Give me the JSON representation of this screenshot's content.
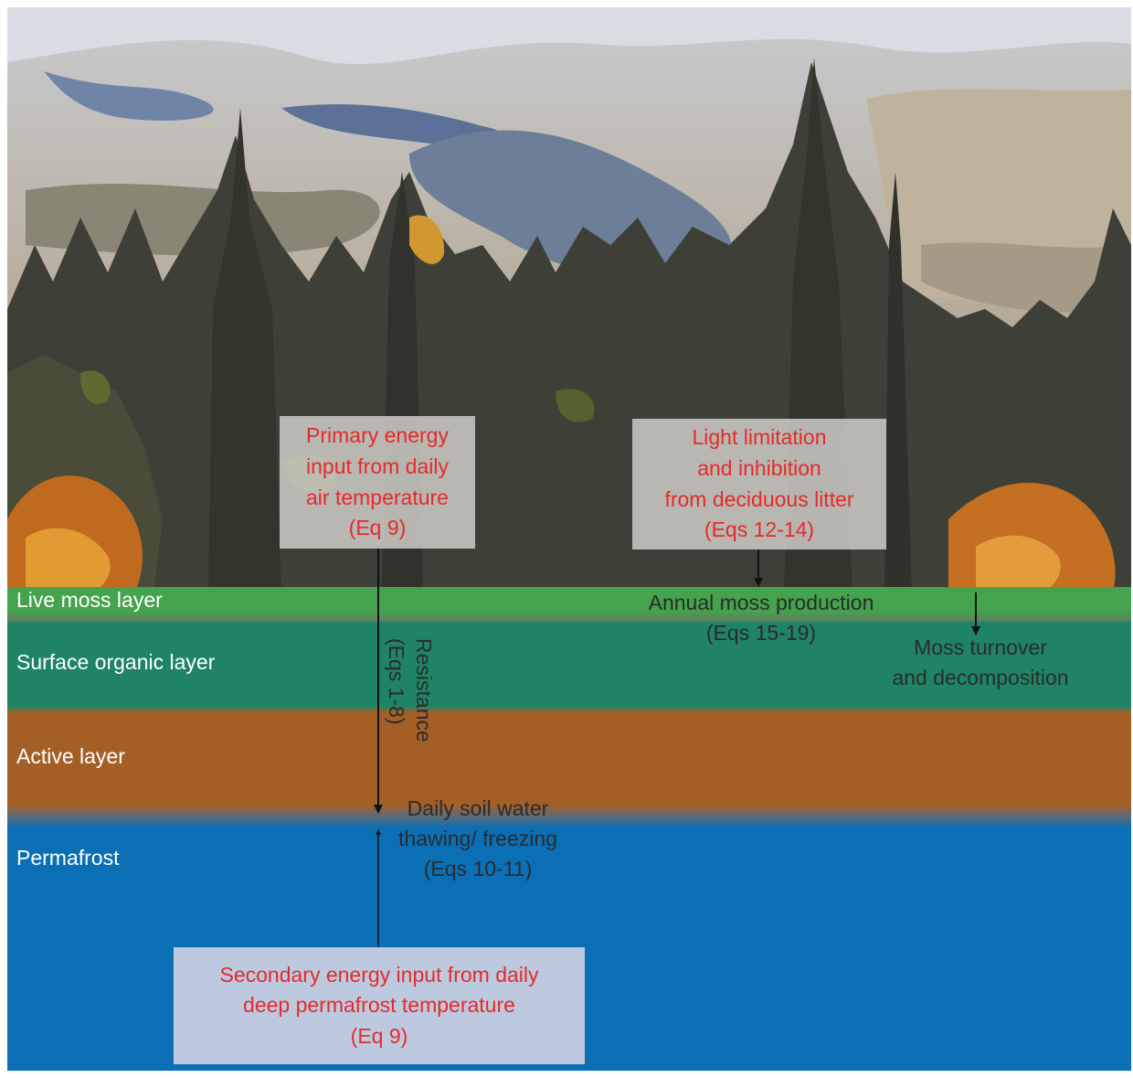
{
  "layers": {
    "live_moss": "Live moss layer",
    "surface_organic": "Surface organic layer",
    "active": "Active layer",
    "permafrost": "Permafrost"
  },
  "boxes": {
    "primary_energy": {
      "lines": [
        "Primary energy",
        "input from daily",
        "air temperature",
        "(Eq 9)"
      ]
    },
    "light_limitation": {
      "lines": [
        "Light limitation",
        "and inhibition",
        "from deciduous litter",
        "(Eqs 12-14)"
      ]
    },
    "secondary_energy": {
      "lines": [
        "Secondary energy input from daily",
        "deep permafrost temperature",
        "(Eq 9)"
      ]
    }
  },
  "annotations": {
    "annual_moss": {
      "lines": [
        "Annual moss production",
        "(Eqs 15-19)"
      ]
    },
    "moss_turnover": {
      "lines": [
        "Moss turnover",
        "and decomposition"
      ]
    },
    "soil_water": {
      "lines": [
        "Daily soil water",
        "thawing/ freezing",
        "(Eqs 10-11)"
      ]
    },
    "resistance": {
      "lines": [
        "Resistance",
        "(Eqs 1-8)"
      ]
    }
  },
  "colors": {
    "sky": "#c8c9cd",
    "forest_dark": "#3e3f36",
    "live_moss": "#44a34c",
    "surface_organic": "#1e8465",
    "active": "#a45f27",
    "permafrost": "#0b6fb6",
    "box_text": "#e42b2b",
    "annotation_text": "#2b2b2b"
  }
}
